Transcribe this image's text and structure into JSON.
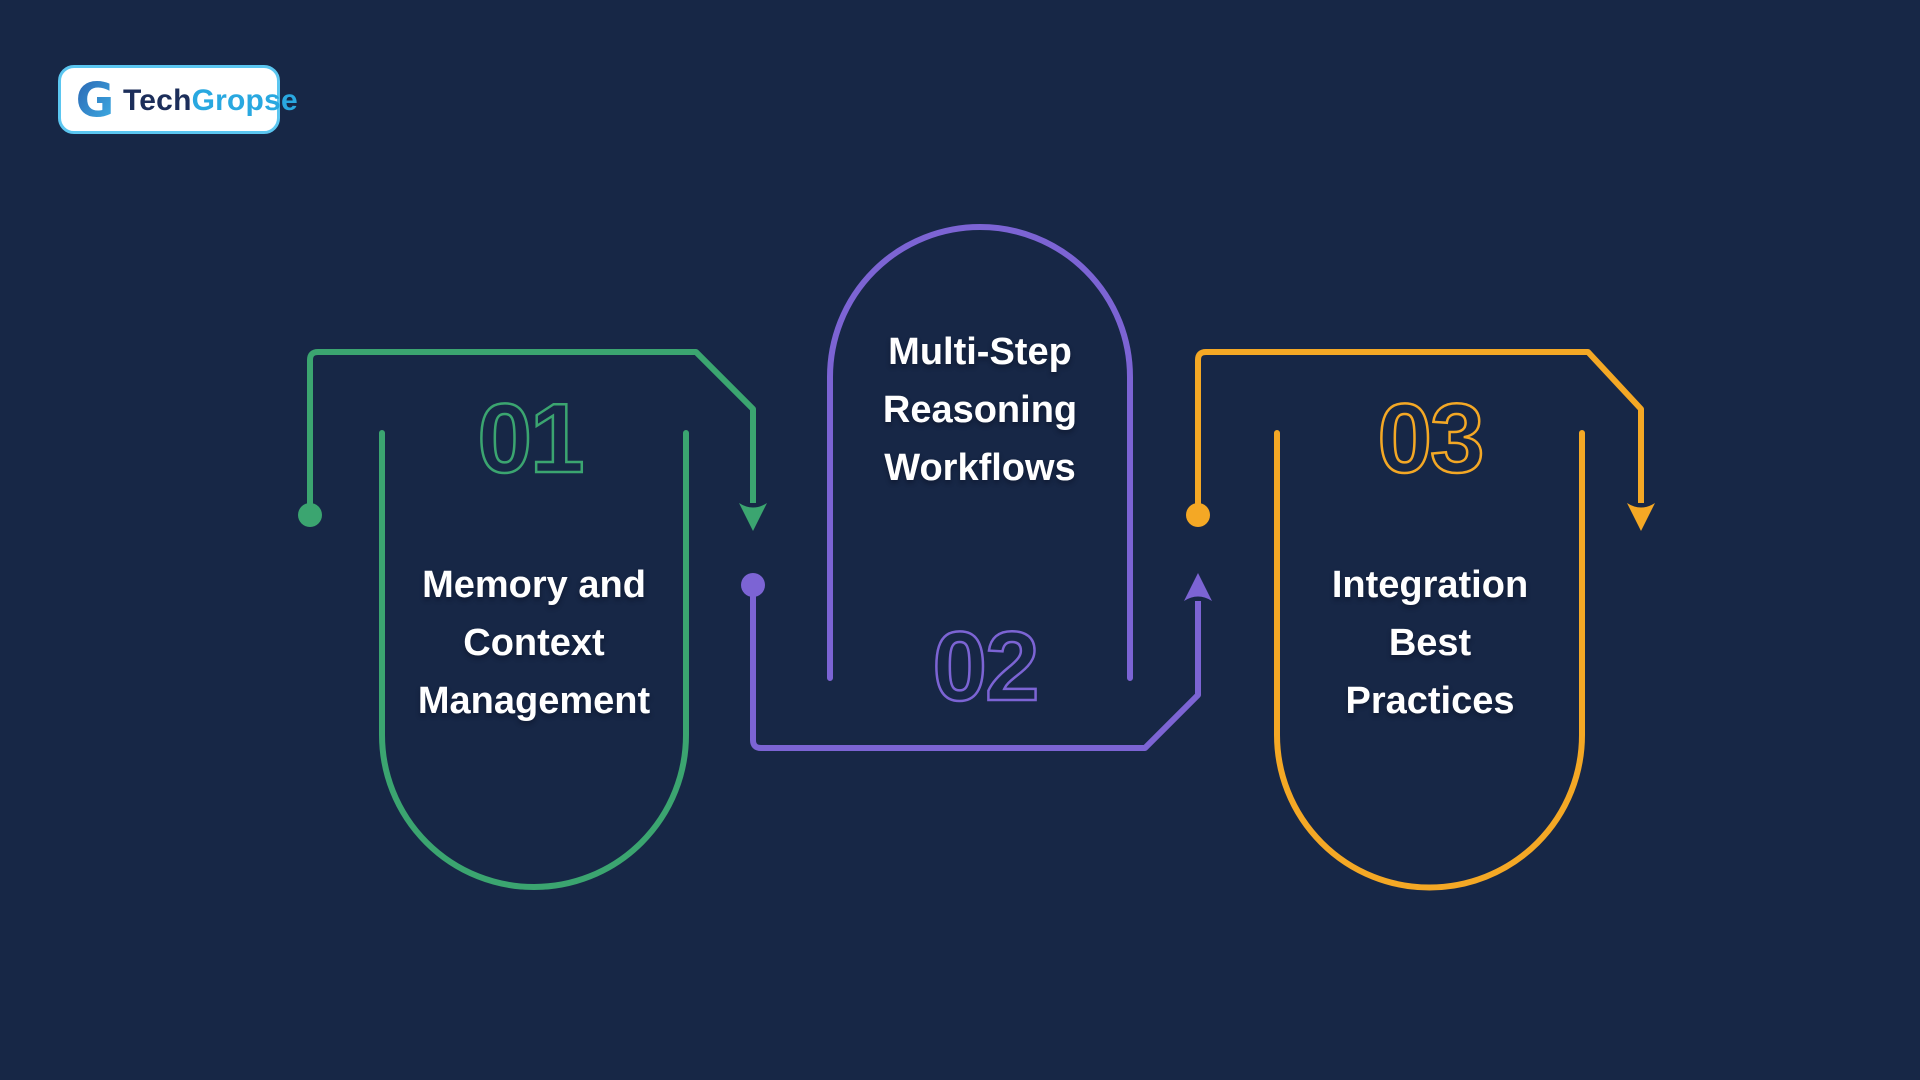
{
  "brand": {
    "name_part1": "Tech",
    "name_part2": "Gropse",
    "icon_letter": "G"
  },
  "steps": [
    {
      "number": "01",
      "title_lines": [
        "Memory and",
        "Context",
        "Management"
      ],
      "color": "#3BA570"
    },
    {
      "number": "02",
      "title_lines": [
        "Multi-Step",
        "Reasoning",
        "Workflows"
      ],
      "color": "#7C64D4"
    },
    {
      "number": "03",
      "title_lines": [
        "Integration",
        "Best",
        "Practices"
      ],
      "color": "#F4A825"
    }
  ],
  "colors": {
    "background": "#172746",
    "title_text": "#FFFFFF",
    "logo_border": "#5BC6F0",
    "logo_background": "#FFFFFF",
    "logo_tech_text": "#1C2E5A",
    "logo_gropse_text": "#29A8E0",
    "logo_g_dark": "#2A62B0",
    "logo_g_light": "#3FB3E8"
  }
}
